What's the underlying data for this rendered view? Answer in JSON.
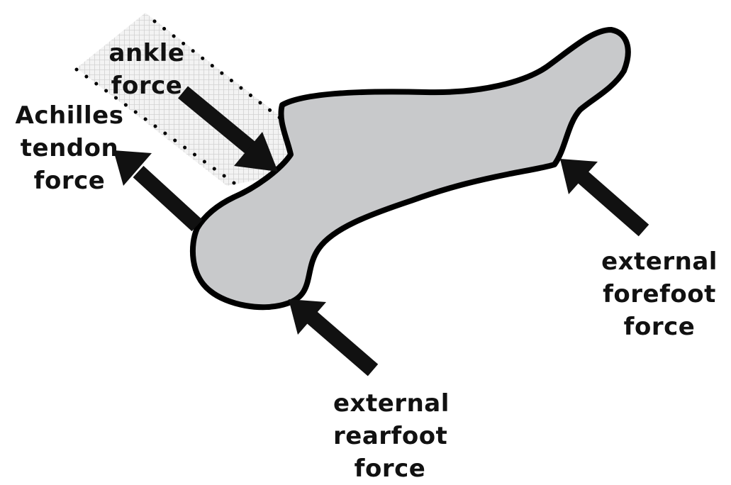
{
  "labels": {
    "ankle": [
      "ankle",
      "force"
    ],
    "achilles": [
      "Achilles",
      "tendon",
      "force"
    ],
    "forefoot": [
      "external",
      "forefoot",
      "force"
    ],
    "rearfoot": [
      "external",
      "rearfoot",
      "force"
    ]
  },
  "colors": {
    "foot_fill": "#c8c9cb",
    "outline": "#000000",
    "arrow": "#111111",
    "crosshatch": "#d4d4d4",
    "background": "#ffffff"
  }
}
